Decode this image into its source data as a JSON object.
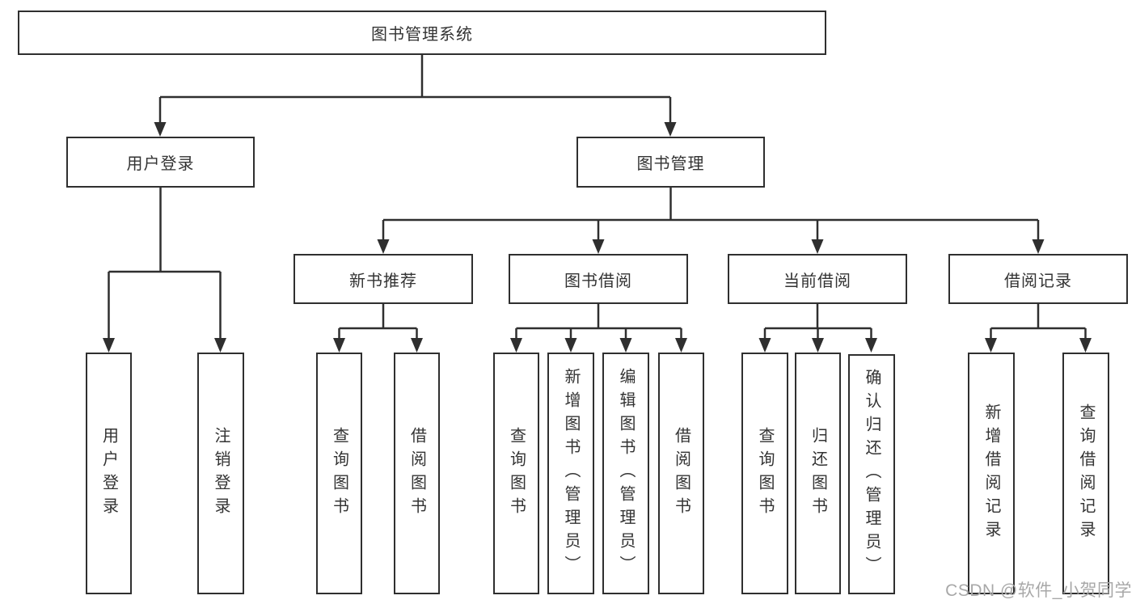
{
  "diagram": {
    "root": {
      "label": "图书管理系统"
    },
    "level2": {
      "user_login": {
        "label": "用户登录",
        "children": [
          "用户登录",
          "注销登录"
        ]
      },
      "book_management": {
        "label": "图书管理"
      }
    },
    "level3": {
      "new_book_recommend": {
        "label": "新书推荐",
        "children": [
          "查询图书",
          "借阅图书"
        ]
      },
      "book_borrow": {
        "label": "图书借阅",
        "children": [
          "查询图书",
          "新增图书（管理员）",
          "编辑图书（管理员）",
          "借阅图书"
        ]
      },
      "current_borrow": {
        "label": "当前借阅",
        "children": [
          "查询图书",
          "归还图书",
          "确认归还（管理员）"
        ]
      },
      "borrow_record": {
        "label": "借阅记录",
        "children": [
          "新增借阅记录",
          "查询借阅记录"
        ]
      }
    }
  },
  "watermark": {
    "text": "CSDN @软件_小贺同学"
  },
  "colors": {
    "background": "#ffffff",
    "line": "#2f2f2f",
    "node_border": "#2f2f2f",
    "text": "#333333",
    "watermark": "#a8a8a8"
  }
}
